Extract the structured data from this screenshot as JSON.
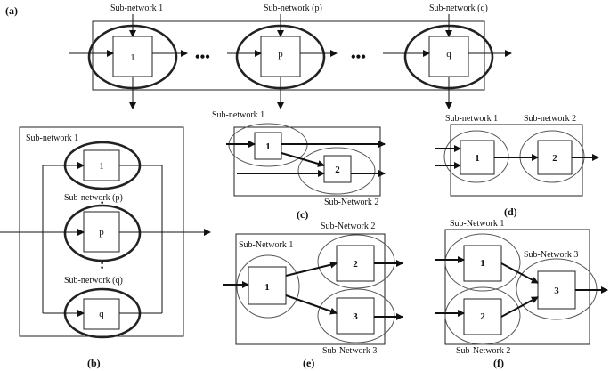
{
  "panels": {
    "a": {
      "tag": "(a)",
      "labels": [
        "Sub-network 1",
        "Sub-network (p)",
        "Sub-network (q)"
      ],
      "nodes": [
        "1",
        "p",
        "q"
      ],
      "dots": "•••"
    },
    "b": {
      "tag": "(b)",
      "labels": [
        "Sub-network 1",
        "Sub-network (p)",
        "Sub-network (q)"
      ],
      "nodes": [
        "1",
        "p",
        "q"
      ],
      "vdots": ":"
    },
    "c": {
      "tag": "(c)",
      "labels": [
        "Sub-network 1",
        "Sub-Network 2"
      ],
      "nodes": [
        "1",
        "2"
      ]
    },
    "d": {
      "tag": "(d)",
      "labels": [
        "Sub-network 1",
        "Sub-network 2"
      ],
      "nodes": [
        "1",
        "2"
      ]
    },
    "e": {
      "tag": "(e)",
      "labels": [
        "Sub-Network 1",
        "Sub-Network 2",
        "Sub-Network 3"
      ],
      "nodes": [
        "1",
        "2",
        "3"
      ]
    },
    "f": {
      "tag": "(f)",
      "labels": [
        "Sub-Network 1",
        "Sub-Network 2",
        "Sub-Network 3"
      ],
      "nodes": [
        "1",
        "2",
        "3"
      ]
    }
  }
}
